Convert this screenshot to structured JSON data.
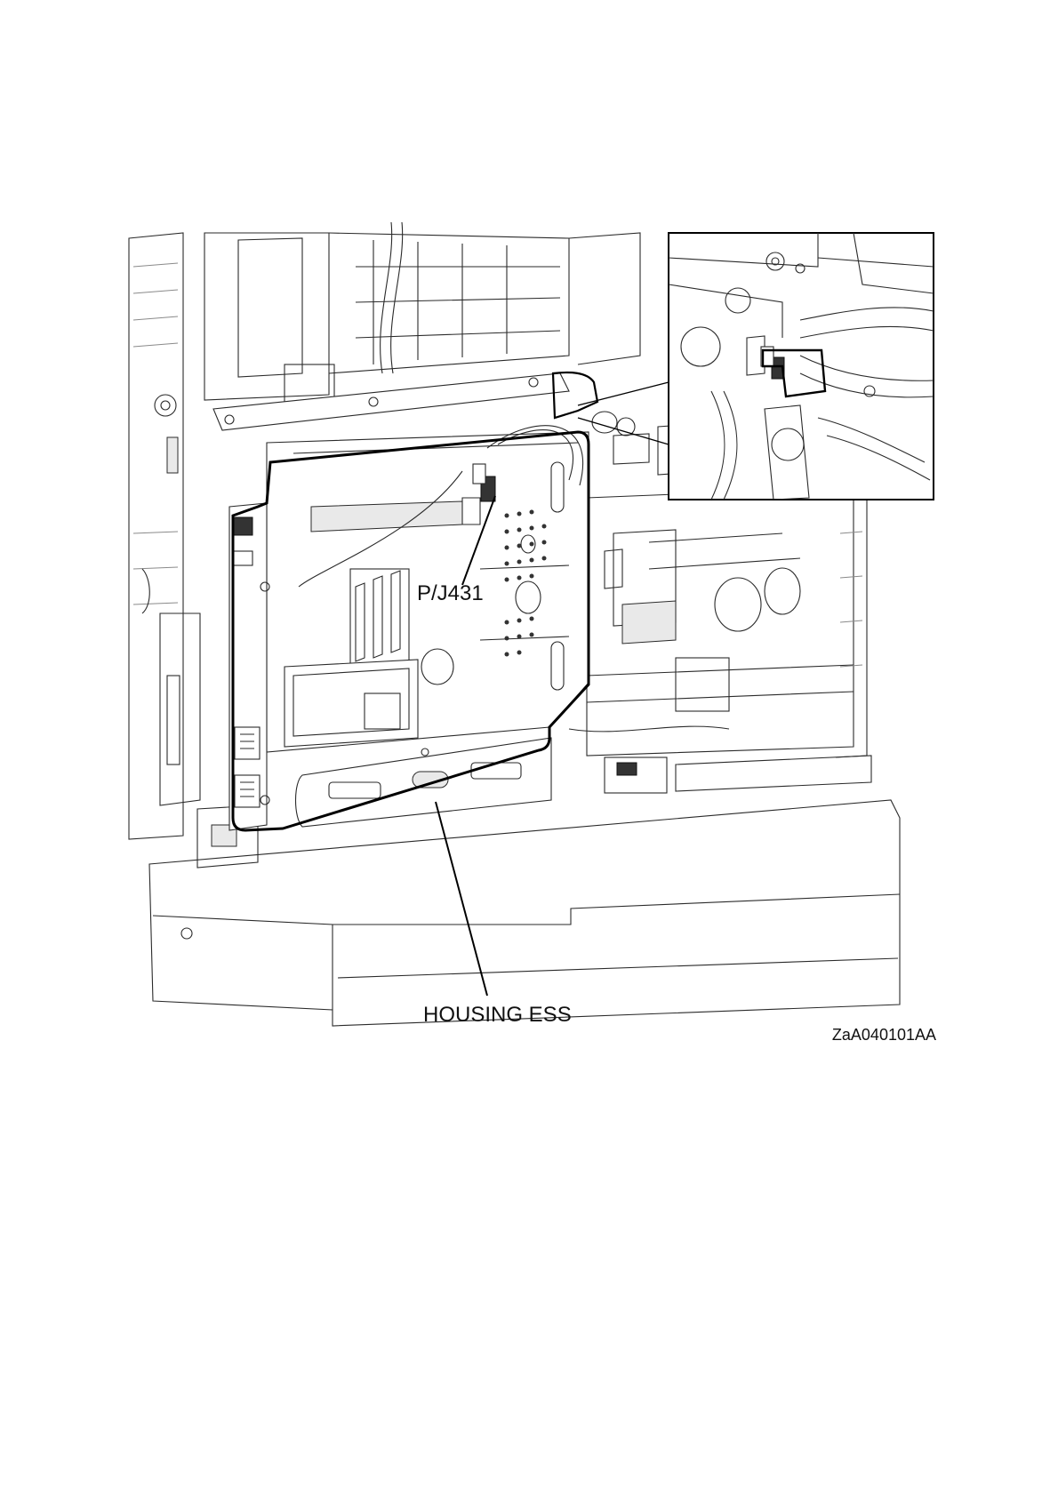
{
  "diagram": {
    "callouts": {
      "connector": "P/J431",
      "housing": "HOUSING ESS"
    },
    "figure_id": "ZaA040101AA"
  }
}
